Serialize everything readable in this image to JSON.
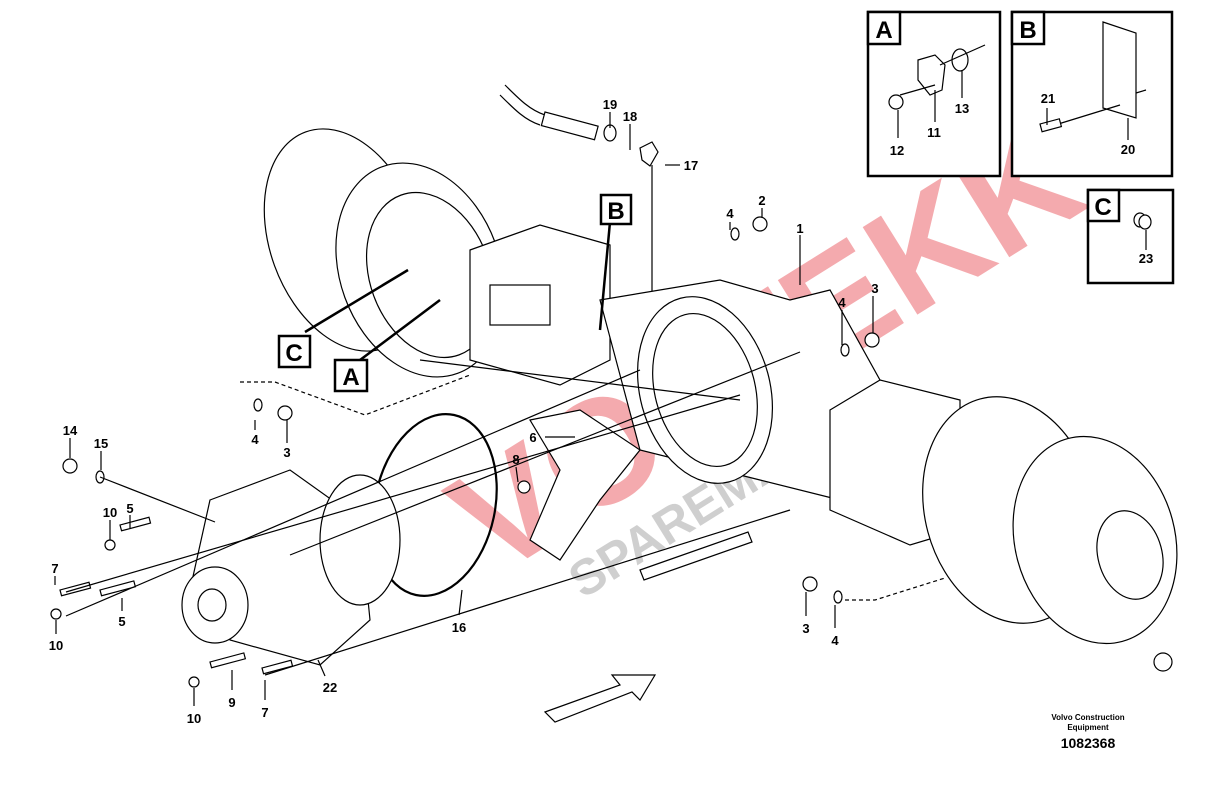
{
  "diagram": {
    "title": "Rear axle assembly",
    "credit": "Volvo Construction Equipment",
    "document_number": "1082368",
    "watermark": [
      "VOLTEKK",
      "SPAREMAN"
    ],
    "detail_views": [
      {
        "label": "A",
        "callouts": [
          "11",
          "12",
          "13"
        ]
      },
      {
        "label": "B",
        "callouts": [
          "20",
          "21"
        ]
      },
      {
        "label": "C",
        "callouts": [
          "23"
        ]
      }
    ],
    "view_markers": [
      "A",
      "B",
      "C"
    ],
    "callouts": [
      "19",
      "18",
      "17",
      "4",
      "2",
      "1",
      "4",
      "3",
      "4",
      "3",
      "14",
      "15",
      "10",
      "5",
      "7",
      "5",
      "10",
      "6",
      "8",
      "16",
      "22",
      "9",
      "10",
      "7",
      "3",
      "4",
      "12",
      "11",
      "13",
      "21",
      "20",
      "23"
    ]
  }
}
